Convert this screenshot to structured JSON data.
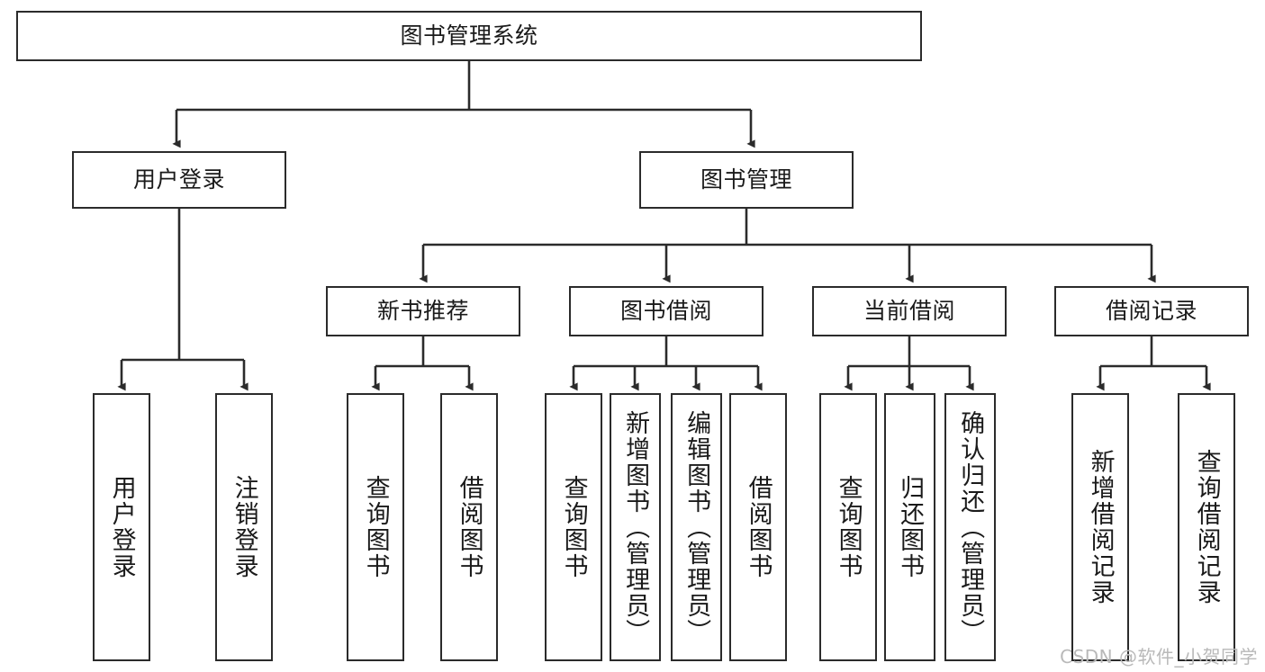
{
  "diagram": {
    "title_text": "图书管理系统",
    "watermark": "CSDN @软件_小贺同学",
    "line_color": "#2b2b2b",
    "box_fill": "#ffffff",
    "text_color": "#1a1a1a",
    "watermark_color": "#b9b9b9"
  },
  "nodes": {
    "root": {
      "label": "图书管理系统"
    },
    "level2": [
      {
        "id": "user-login",
        "label": "用户登录"
      },
      {
        "id": "book-manage",
        "label": "图书管理"
      }
    ],
    "level3": [
      {
        "id": "new-book-recommend",
        "label": "新书推荐"
      },
      {
        "id": "book-borrow",
        "label": "图书借阅"
      },
      {
        "id": "current-borrow",
        "label": "当前借阅"
      },
      {
        "id": "borrow-record",
        "label": "借阅记录"
      }
    ],
    "leaves": {
      "user-login": [
        {
          "id": "leaf-user-login",
          "label": "用户登录"
        },
        {
          "id": "leaf-logout-login",
          "label": "注销登录"
        }
      ],
      "new-book-recommend": [
        {
          "id": "leaf-query-book-1",
          "label": "查询图书"
        },
        {
          "id": "leaf-borrow-book-1",
          "label": "借阅图书"
        }
      ],
      "book-borrow": [
        {
          "id": "leaf-query-book-2",
          "label": "查询图书"
        },
        {
          "id": "leaf-add-book-admin",
          "label": "新增图书（管理员）"
        },
        {
          "id": "leaf-edit-book-admin",
          "label": "编辑图书（管理员）"
        },
        {
          "id": "leaf-borrow-book-2",
          "label": "借阅图书"
        }
      ],
      "current-borrow": [
        {
          "id": "leaf-query-book-3",
          "label": "查询图书"
        },
        {
          "id": "leaf-return-book",
          "label": "归还图书"
        },
        {
          "id": "leaf-confirm-return-admin",
          "label": "确认归还（管理员）"
        }
      ],
      "borrow-record": [
        {
          "id": "leaf-add-borrow-record",
          "label": "新增借阅记录"
        },
        {
          "id": "leaf-query-borrow-record",
          "label": "查询借阅记录"
        }
      ]
    }
  }
}
